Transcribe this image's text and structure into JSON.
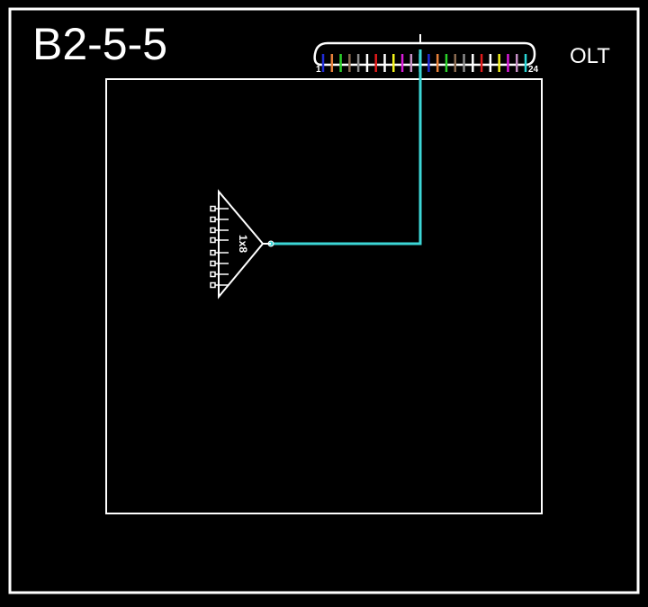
{
  "diagram": {
    "title": "B2-5-5",
    "olt_label": "OLT",
    "fiber_strip": {
      "start_label": "1",
      "end_label": "24",
      "fiber_count": 24,
      "fiber_colors": [
        "#1f2bd6",
        "#e8803a",
        "#2ad12a",
        "#8a6a50",
        "#8c8c8c",
        "#ffffff",
        "#e01a1a",
        "#ffffff",
        "#f2f21a",
        "#d81ad8",
        "#c58fc5",
        "#2ad6d6",
        "#1f2bd6",
        "#e8803a",
        "#2ad12a",
        "#8a6a50",
        "#8c8c8c",
        "#ffffff",
        "#e01a1a",
        "#ffffff",
        "#f2f21a",
        "#d81ad8",
        "#c58fc5",
        "#2ad6d6"
      ],
      "connected_fiber": 12
    },
    "splitter": {
      "label": "1x8",
      "ports": 8
    },
    "colors": {
      "background": "#000000",
      "frame": "#ffffff",
      "connection": "#3cd6d6"
    }
  }
}
